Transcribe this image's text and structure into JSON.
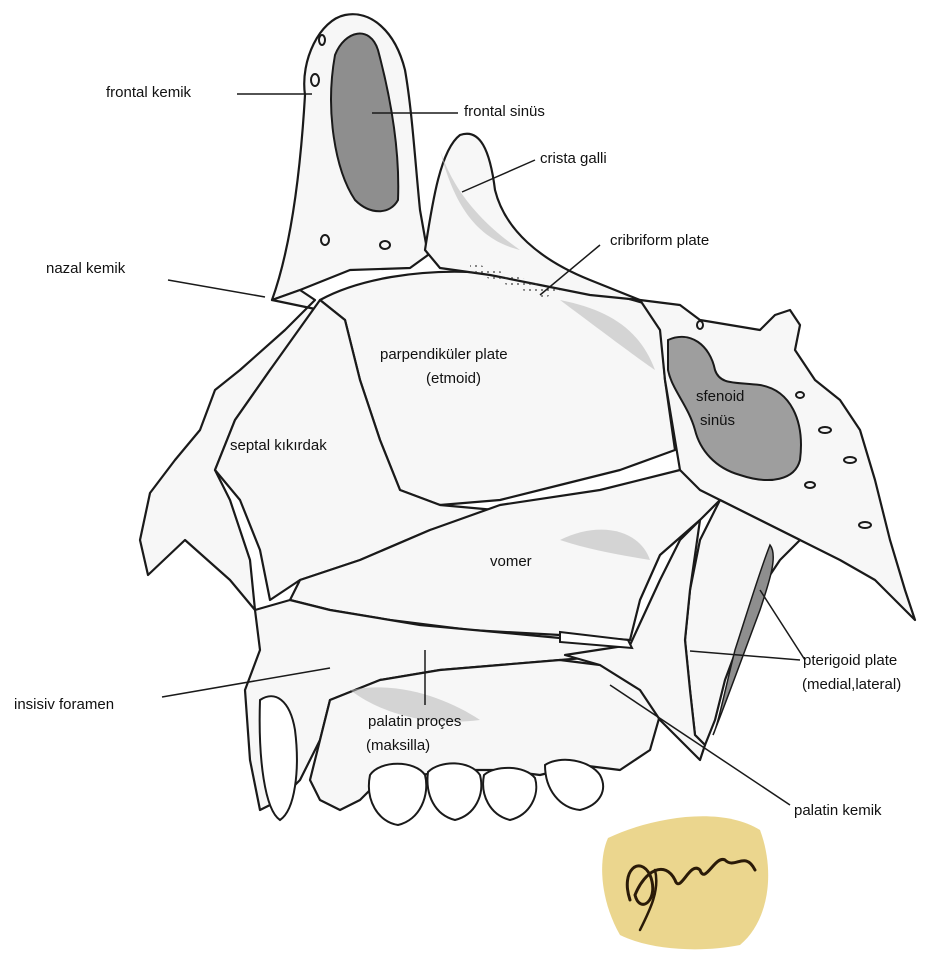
{
  "labels": {
    "frontal_kemik": "frontal kemik",
    "frontal_sinus": "frontal sinüs",
    "crista_galli": "crista galli",
    "cribriform_plate": "cribriform plate",
    "nazal_kemik": "nazal kemik",
    "parpendikuler_plate": "parpendiküler plate",
    "etmoid": "(etmoid)",
    "sfenoid": "sfenoid",
    "sinus": "sinüs",
    "septal_kikirdak": "septal kıkırdak",
    "vomer": "vomer",
    "pterigoid_plate": "pterigoid plate",
    "medial_lateral": "(medial,lateral)",
    "insisiv_foramen": "insisiv foramen",
    "palatin_proces": "palatin proçes",
    "maksilla": "(maksilla)",
    "palatin_kemik": "palatin kemik"
  },
  "colors": {
    "line": "#1a1a1a",
    "bone_fill": "#f7f7f7",
    "shade": "#b8b8b8",
    "sinus_fill": "#8e8e8e",
    "signature_bg": "#e8cf7a",
    "signature_ink": "#2a1a08"
  },
  "signature": "handwritten signature (stamp)"
}
